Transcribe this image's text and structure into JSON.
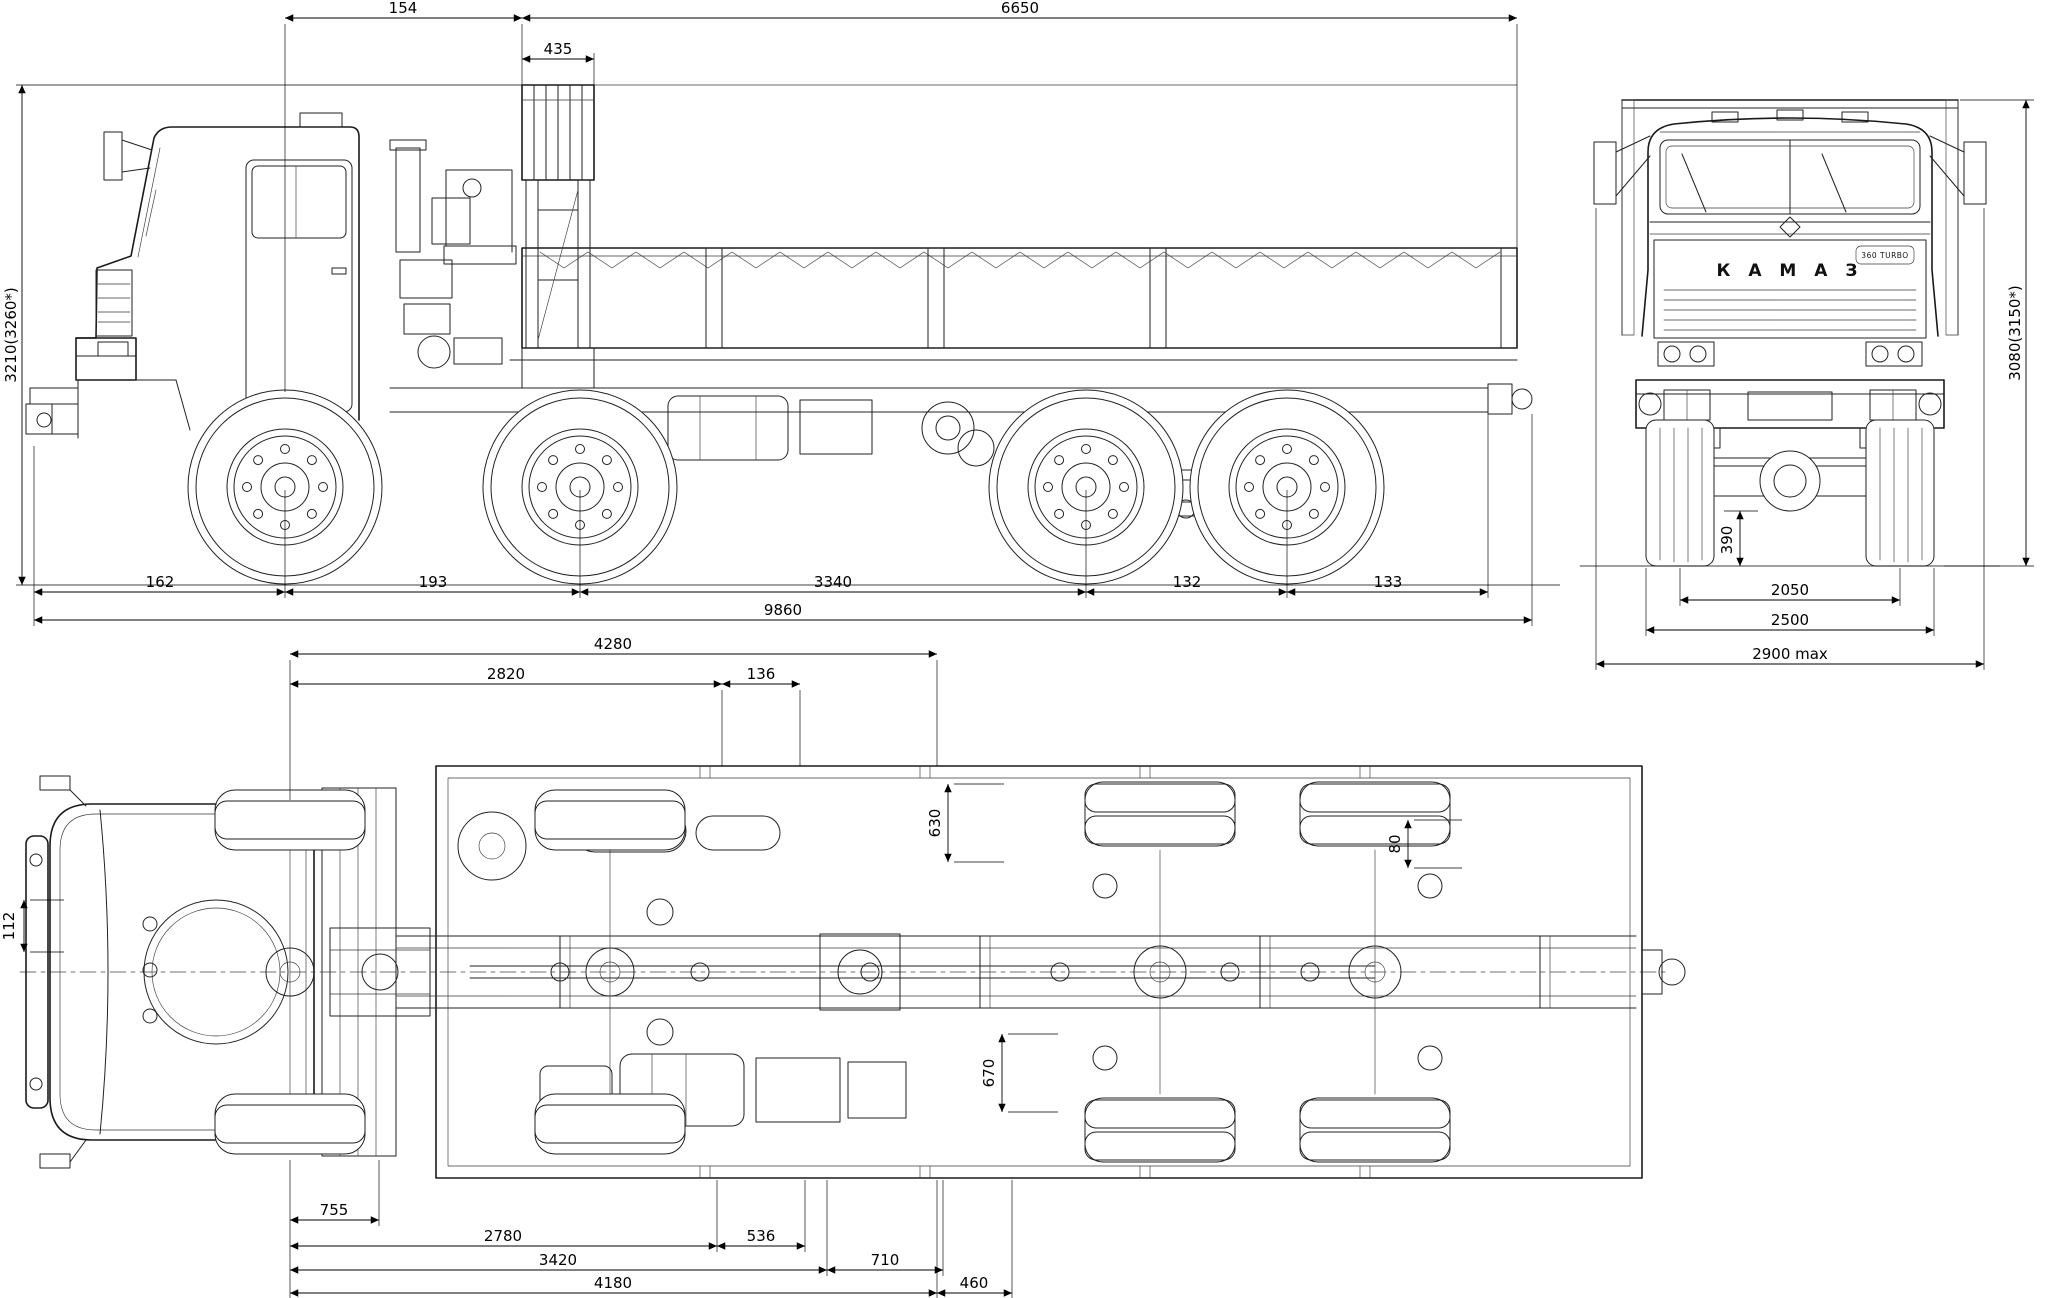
{
  "side": {
    "d154": "154",
    "d6650": "6650",
    "d435": "435",
    "height": "3210(3260*)",
    "d162": "162",
    "d193": "193",
    "d3340": "3340",
    "d132": "132",
    "d133": "133",
    "total": "9860"
  },
  "front": {
    "height": "3080(3150*)",
    "clearance": "390",
    "track": "2050",
    "width": "2500",
    "max_width": "2900 max",
    "brand": "К А М А З",
    "badge": "360 TURBO"
  },
  "top": {
    "d4280": "4280",
    "d2820": "2820",
    "d136": "136",
    "d630": "630",
    "d112": "112",
    "d80": "80",
    "d670": "670",
    "d755": "755",
    "d2780": "2780",
    "d536": "536",
    "d3420": "3420",
    "d710": "710",
    "d4180": "4180",
    "d460": "460"
  }
}
